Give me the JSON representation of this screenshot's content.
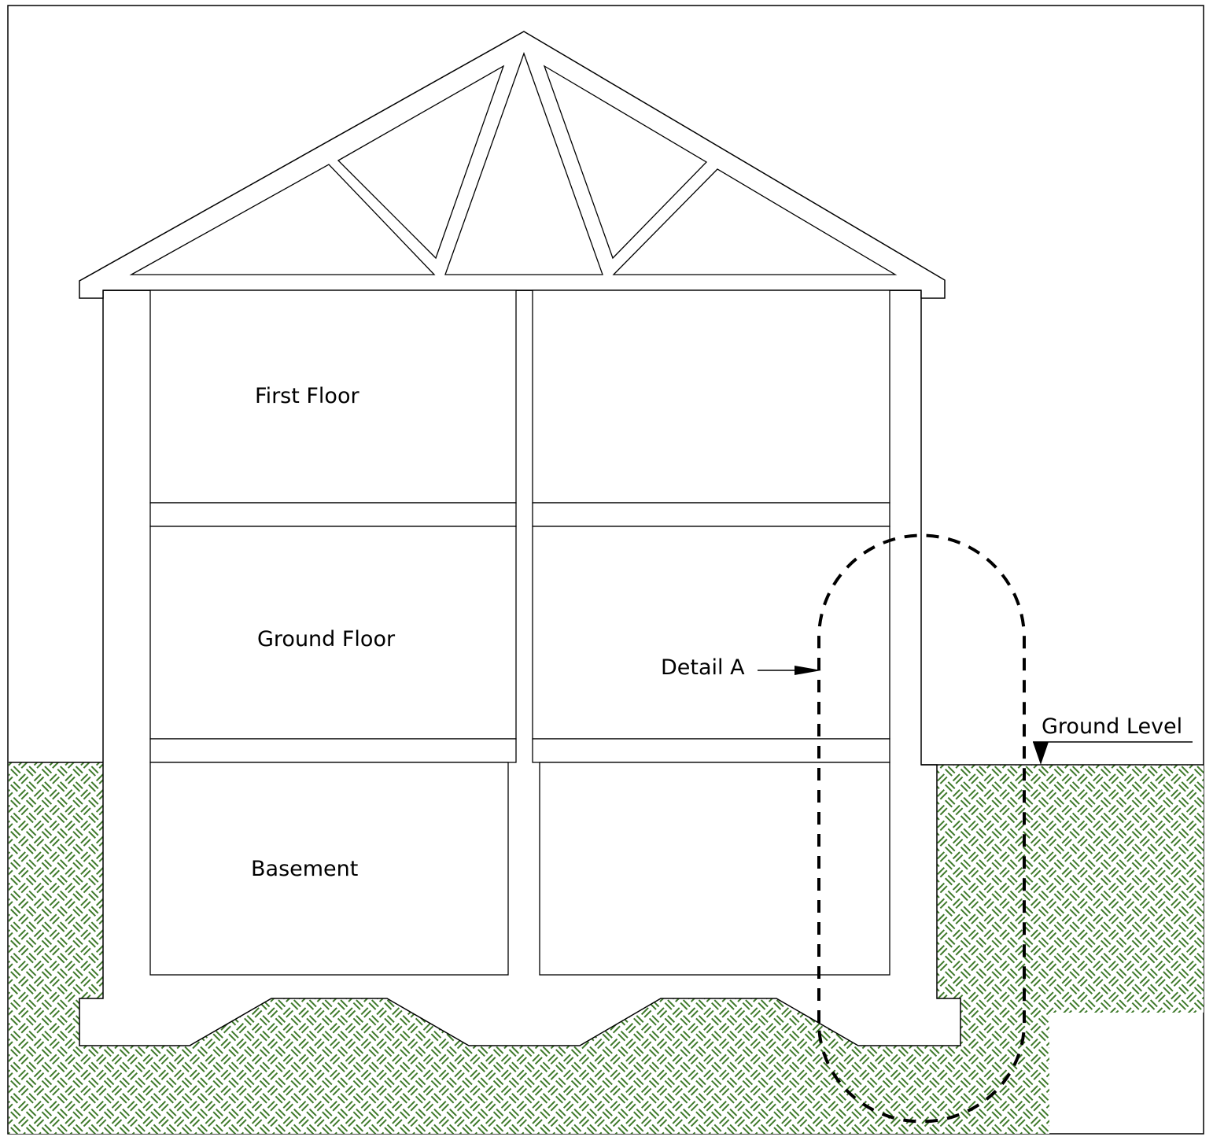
{
  "diagram": {
    "title": "House section with basement",
    "labels": {
      "first_floor": "First Floor",
      "ground_floor": "Ground Floor",
      "basement": "Basement",
      "detail": "Detail A",
      "ground_level": "Ground Level"
    },
    "colors": {
      "soil_hatch": "#3f7a2b",
      "outline": "#000000",
      "background": "#ffffff"
    },
    "icons": {
      "detail_arrow": "arrow-right-icon",
      "ground_marker": "triangle-down-icon"
    }
  }
}
